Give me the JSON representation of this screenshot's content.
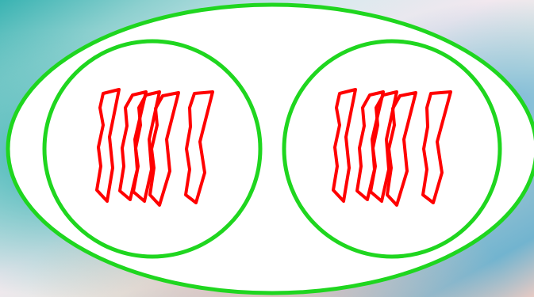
{
  "diagram": {
    "outer_shape": "ellipse",
    "inner_shapes": 2,
    "chromosomes_per_inner_shape": 5
  },
  "colors": {
    "background_base": "#dfe9e2",
    "background_teal": "#47b6b3",
    "background_blue": "#7bbad7",
    "background_rose": "#e7c2bd",
    "outline_green": "#1fd61f",
    "chromosome_red": "#ff0000",
    "fill_white": "#ffffff"
  }
}
